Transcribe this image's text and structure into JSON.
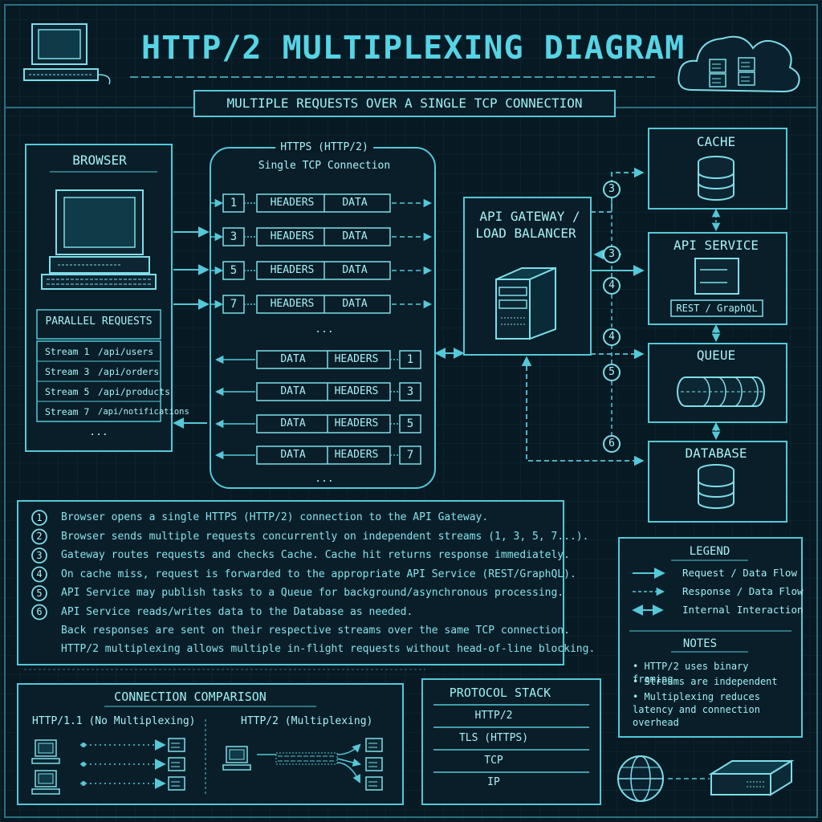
{
  "header": {
    "title": "HTTP/2 MULTIPLEXING DIAGRAM",
    "subtitle": "MULTIPLE REQUESTS OVER A SINGLE TCP CONNECTION"
  },
  "browser": {
    "title": "BROWSER",
    "parallel_title": "PARALLEL REQUESTS",
    "requests": [
      {
        "stream": "Stream 1",
        "path": "/api/users"
      },
      {
        "stream": "Stream 3",
        "path": "/api/orders"
      },
      {
        "stream": "Stream 5",
        "path": "/api/products"
      },
      {
        "stream": "Stream 7",
        "path": "/api/notifications"
      }
    ],
    "ellipsis": "..."
  },
  "connection": {
    "title": "HTTPS (HTTP/2)",
    "subtitle": "Single TCP Connection",
    "outgoing": [
      {
        "id": "1",
        "headers": "HEADERS",
        "data": "DATA"
      },
      {
        "id": "3",
        "headers": "HEADERS",
        "data": "DATA"
      },
      {
        "id": "5",
        "headers": "HEADERS",
        "data": "DATA"
      },
      {
        "id": "7",
        "headers": "HEADERS",
        "data": "DATA"
      }
    ],
    "incoming": [
      {
        "id": "1",
        "headers": "HEADERS",
        "data": "DATA"
      },
      {
        "id": "3",
        "headers": "HEADERS",
        "data": "DATA"
      },
      {
        "id": "5",
        "headers": "HEADERS",
        "data": "DATA"
      },
      {
        "id": "7",
        "headers": "HEADERS",
        "data": "DATA"
      }
    ],
    "ellipsis": "..."
  },
  "gateway": {
    "line1": "API GATEWAY /",
    "line2": "LOAD BALANCER"
  },
  "services": {
    "cache": "CACHE",
    "api": "API SERVICE",
    "api_badge": "REST / GraphQL",
    "queue": "QUEUE",
    "database": "DATABASE"
  },
  "route_markers": [
    "3",
    "3",
    "4",
    "4",
    "5",
    "6"
  ],
  "steps": [
    {
      "n": "1",
      "text": "Browser opens a single HTTPS (HTTP/2) connection to the API Gateway."
    },
    {
      "n": "2",
      "text": "Browser sends multiple requests concurrently on independent streams (1, 3, 5, 7...)."
    },
    {
      "n": "3",
      "text": "Gateway routes requests and checks Cache. Cache hit returns response immediately."
    },
    {
      "n": "4",
      "text": "On cache miss, request is forwarded to the appropriate API Service (REST/GraphQL)."
    },
    {
      "n": "5",
      "text": "API Service may publish tasks to a Queue for background/asynchronous processing."
    },
    {
      "n": "6",
      "text": "API Service reads/writes data to the Database as needed."
    }
  ],
  "extra_lines": [
    "Back responses are sent on their respective streams over the same TCP connection.",
    "HTTP/2 multiplexing allows multiple in-flight requests without head-of-line blocking."
  ],
  "legend": {
    "title": "LEGEND",
    "items": [
      "Request / Data Flow",
      "Response / Data Flow",
      "Internal Interaction"
    ],
    "notes_title": "NOTES",
    "notes": [
      "HTTP/2 uses binary framing",
      "Streams are independent",
      "Multiplexing reduces latency and connection overhead"
    ]
  },
  "comparison": {
    "title": "CONNECTION COMPARISON",
    "left": "HTTP/1.1 (No Multiplexing)",
    "right": "HTTP/2 (Multiplexing)"
  },
  "protocol_stack": {
    "title": "PROTOCOL STACK",
    "layers": [
      "HTTP/2",
      "TLS (HTTPS)",
      "TCP",
      "IP"
    ]
  },
  "colors": {
    "background": "#071a24",
    "line": "#55c8d8",
    "text": "#a8f2f8",
    "accent": "#56d4e4"
  }
}
